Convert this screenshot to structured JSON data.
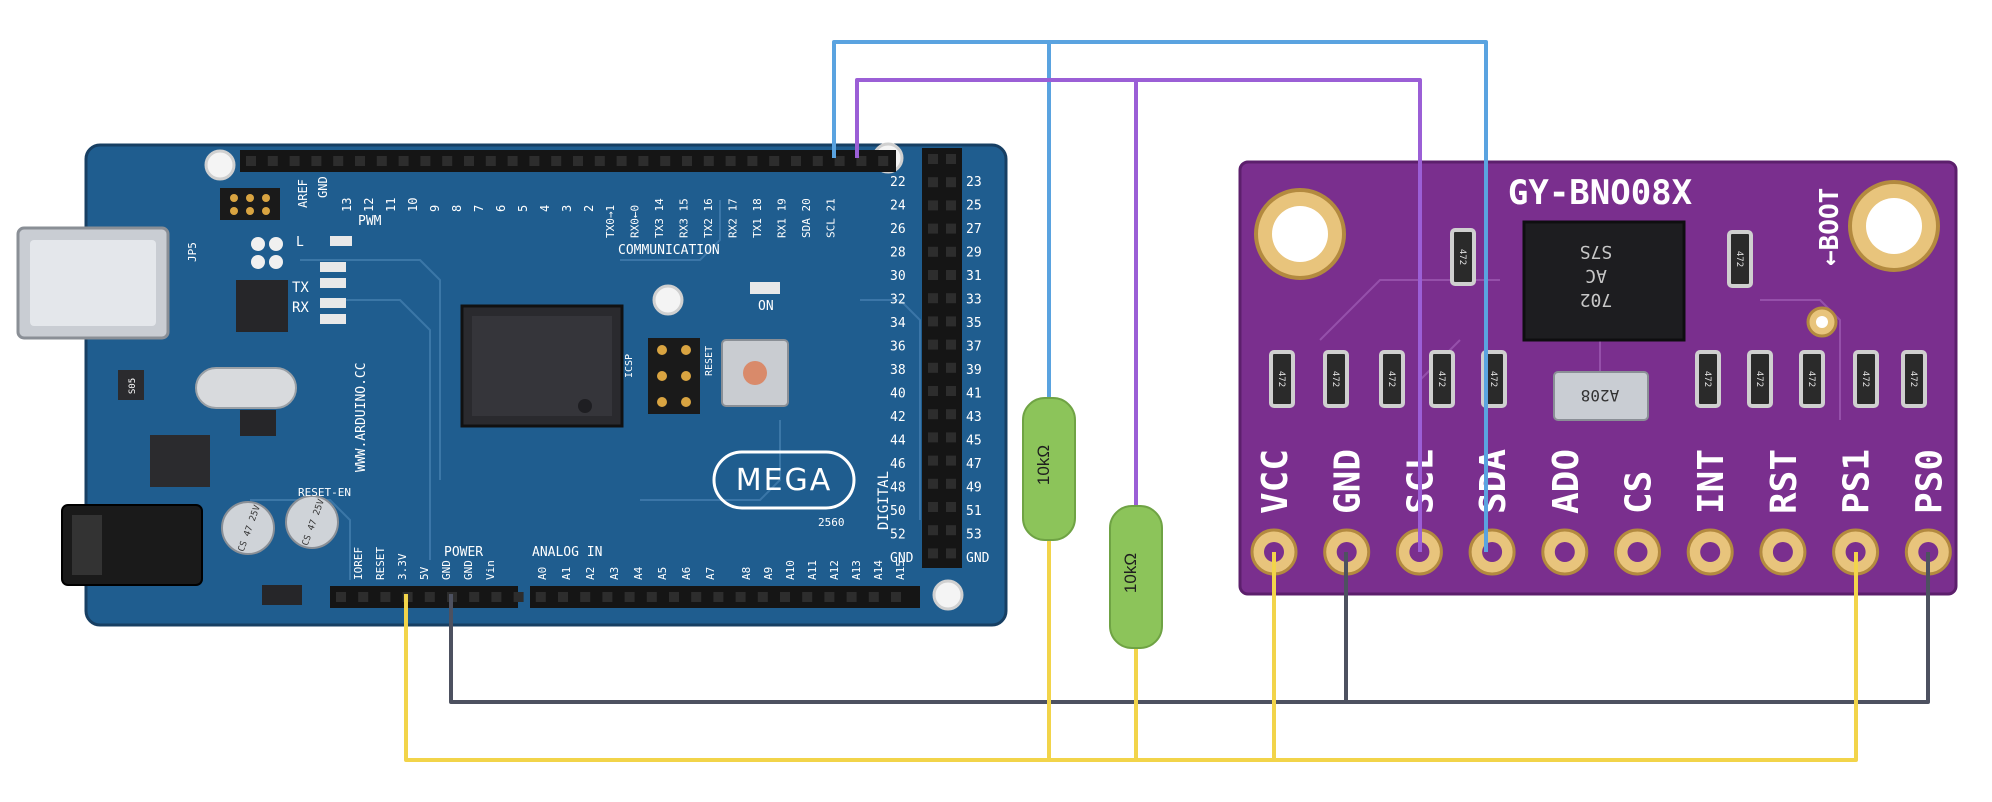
{
  "arduino": {
    "model_badge": "MEGA",
    "model_number": "2560",
    "url": "WWW.ARDUINO.CC",
    "aref": "AREF",
    "gnd": "GND",
    "pwm": "PWM",
    "communication": "COMMUNICATION",
    "digital": "DIGITAL",
    "power_header": "POWER",
    "analog_header": "ANALOG IN",
    "reset_en": "RESET-EN",
    "icsp": "ICSP",
    "reset": "RESET",
    "on": "ON",
    "tx": "TX",
    "rx": "RX",
    "l": "L",
    "jp5": "JP5",
    "pwm_pins": [
      "13",
      "12",
      "11",
      "10",
      "9",
      "8",
      "7",
      "6",
      "5",
      "4",
      "3",
      "2"
    ],
    "comm_pins": [
      "TX0→1",
      "RX0←0",
      "TX3 14",
      "RX3 15",
      "TX2 16",
      "RX2 17",
      "TX1 18",
      "RX1 19",
      "SDA 20",
      "SCL 21"
    ],
    "digital_left": [
      "22",
      "24",
      "26",
      "28",
      "30",
      "32",
      "34",
      "36",
      "38",
      "40",
      "42",
      "44",
      "46",
      "48",
      "50",
      "52",
      "GND"
    ],
    "digital_right": [
      "23",
      "25",
      "27",
      "29",
      "31",
      "33",
      "35",
      "37",
      "39",
      "41",
      "43",
      "45",
      "47",
      "49",
      "51",
      "53",
      "GND"
    ],
    "power_pins": [
      "IOREF",
      "RESET",
      "3.3V",
      "5V",
      "GND",
      "GND",
      "Vin"
    ],
    "analog_pins": [
      "A0",
      "A1",
      "A2",
      "A3",
      "A4",
      "A5",
      "A6",
      "A7",
      "A8",
      "A9",
      "A10",
      "A11",
      "A12",
      "A13",
      "A14",
      "A15"
    ],
    "caps": [
      "CS 47 25V",
      "CS 47 25V"
    ],
    "voltage_ic": "S05"
  },
  "sensor": {
    "title": "GY-BNO08X",
    "boot": "←BOOT",
    "chip_marking": [
      "S7S",
      "AC",
      "702"
    ],
    "crystal": "A208",
    "resistor_marking": "472",
    "pins": [
      "VCC",
      "GND",
      "SCL",
      "SDA",
      "ADO",
      "CS",
      "INT",
      "RST",
      "PS1",
      "PS0"
    ]
  },
  "resistors": [
    {
      "label": "10kΩ"
    },
    {
      "label": "10kΩ"
    }
  ],
  "colors": {
    "board_blue": "#1f5d8f",
    "sensor_purple": "#7a2f8e",
    "wire_blue": "#5aa3e0",
    "wire_purple": "#9b5fd6",
    "wire_yellow": "#f2d44a",
    "wire_gray": "#4d5160",
    "resistor_green": "#8cc45a"
  }
}
